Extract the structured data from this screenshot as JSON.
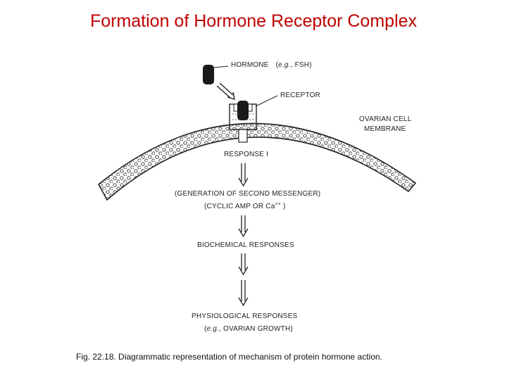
{
  "title": "Formation of Hormone Receptor Complex",
  "colors": {
    "title": "#c00000",
    "ink": "#222222"
  },
  "labels": {
    "hormone": "HORMONE",
    "hormone_example_open": "(",
    "hormone_example_eg": "e.g.",
    "hormone_example_rest": ", FSH)",
    "receptor": "RECEPTOR",
    "membrane_line1": "OVARIAN CELL",
    "membrane_line2": "MEMBRANE",
    "response1": "RESPONSE I",
    "second_messenger_line1": "(GENERATION OF SECOND MESSENGER)",
    "second_messenger_line2": "(CYCLIC AMP OR Ca",
    "second_messenger_sup": "++",
    "second_messenger_close": " )",
    "biochemical": "BIOCHEMICAL RESPONSES",
    "physiological_line1": "PHYSIOLOGICAL RESPONSES",
    "physiological_line2_open": "(",
    "physiological_eg": "e.g.",
    "physiological_line2_rest": ", OVARIAN GROWTH)"
  },
  "caption": "Fig. 22.18. Diagrammatic representation of mechanism of  protein hormone action."
}
